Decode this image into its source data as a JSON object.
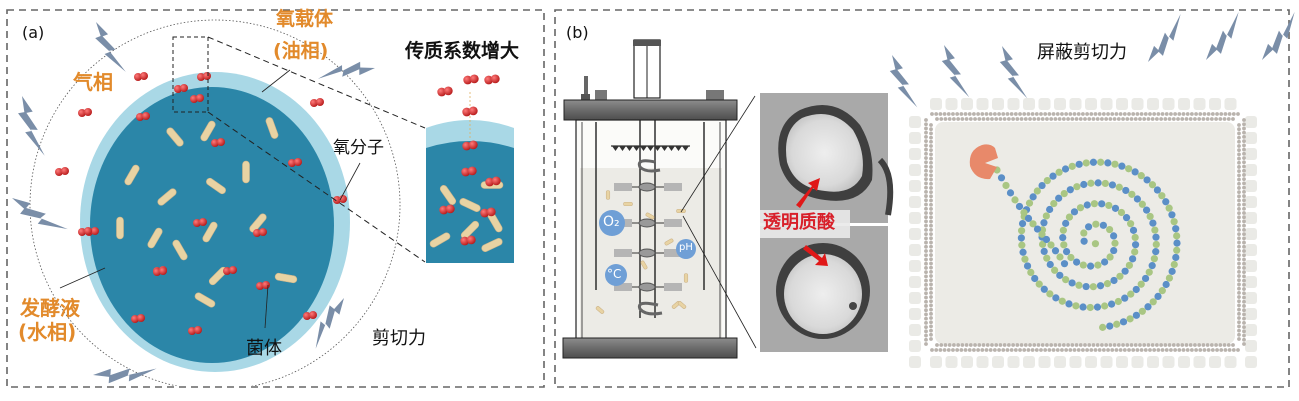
{
  "panel_a": {
    "tag": "(a)",
    "labels": {
      "gas_phase": "气相",
      "oxygen_carrier_line1": "氧载体",
      "oxygen_carrier_line2": "(油相)",
      "mass_transfer": "传质系数增大",
      "oxygen_molecule": "氧分子",
      "broth_line1": "发酵液",
      "broth_line2": "(水相)",
      "cells": "菌体",
      "shear_force": "剪切力"
    }
  },
  "panel_b": {
    "tag": "(b)",
    "labels": {
      "o2_sensor": "O₂",
      "ph_sensor": "pH",
      "temp_sensor": "°C",
      "hyaluronic_acid": "透明质酸",
      "shield_shear": "屏蔽剪切力"
    }
  },
  "colors": {
    "broth": "#2b86a8",
    "oil_phase": "#a9d8e6",
    "oxygen": "#d42a2a",
    "cell": "#e8d3a3",
    "lightning": "#7a8ea8",
    "label_orange": "#e28a2b",
    "label_red": "#d8202a",
    "sensor_blue": "#6f9fd6",
    "chain_blue": "#5b8fc7",
    "chain_green": "#a9c683",
    "enzyme": "#e8896a",
    "membrane": "#b9b3ad"
  }
}
